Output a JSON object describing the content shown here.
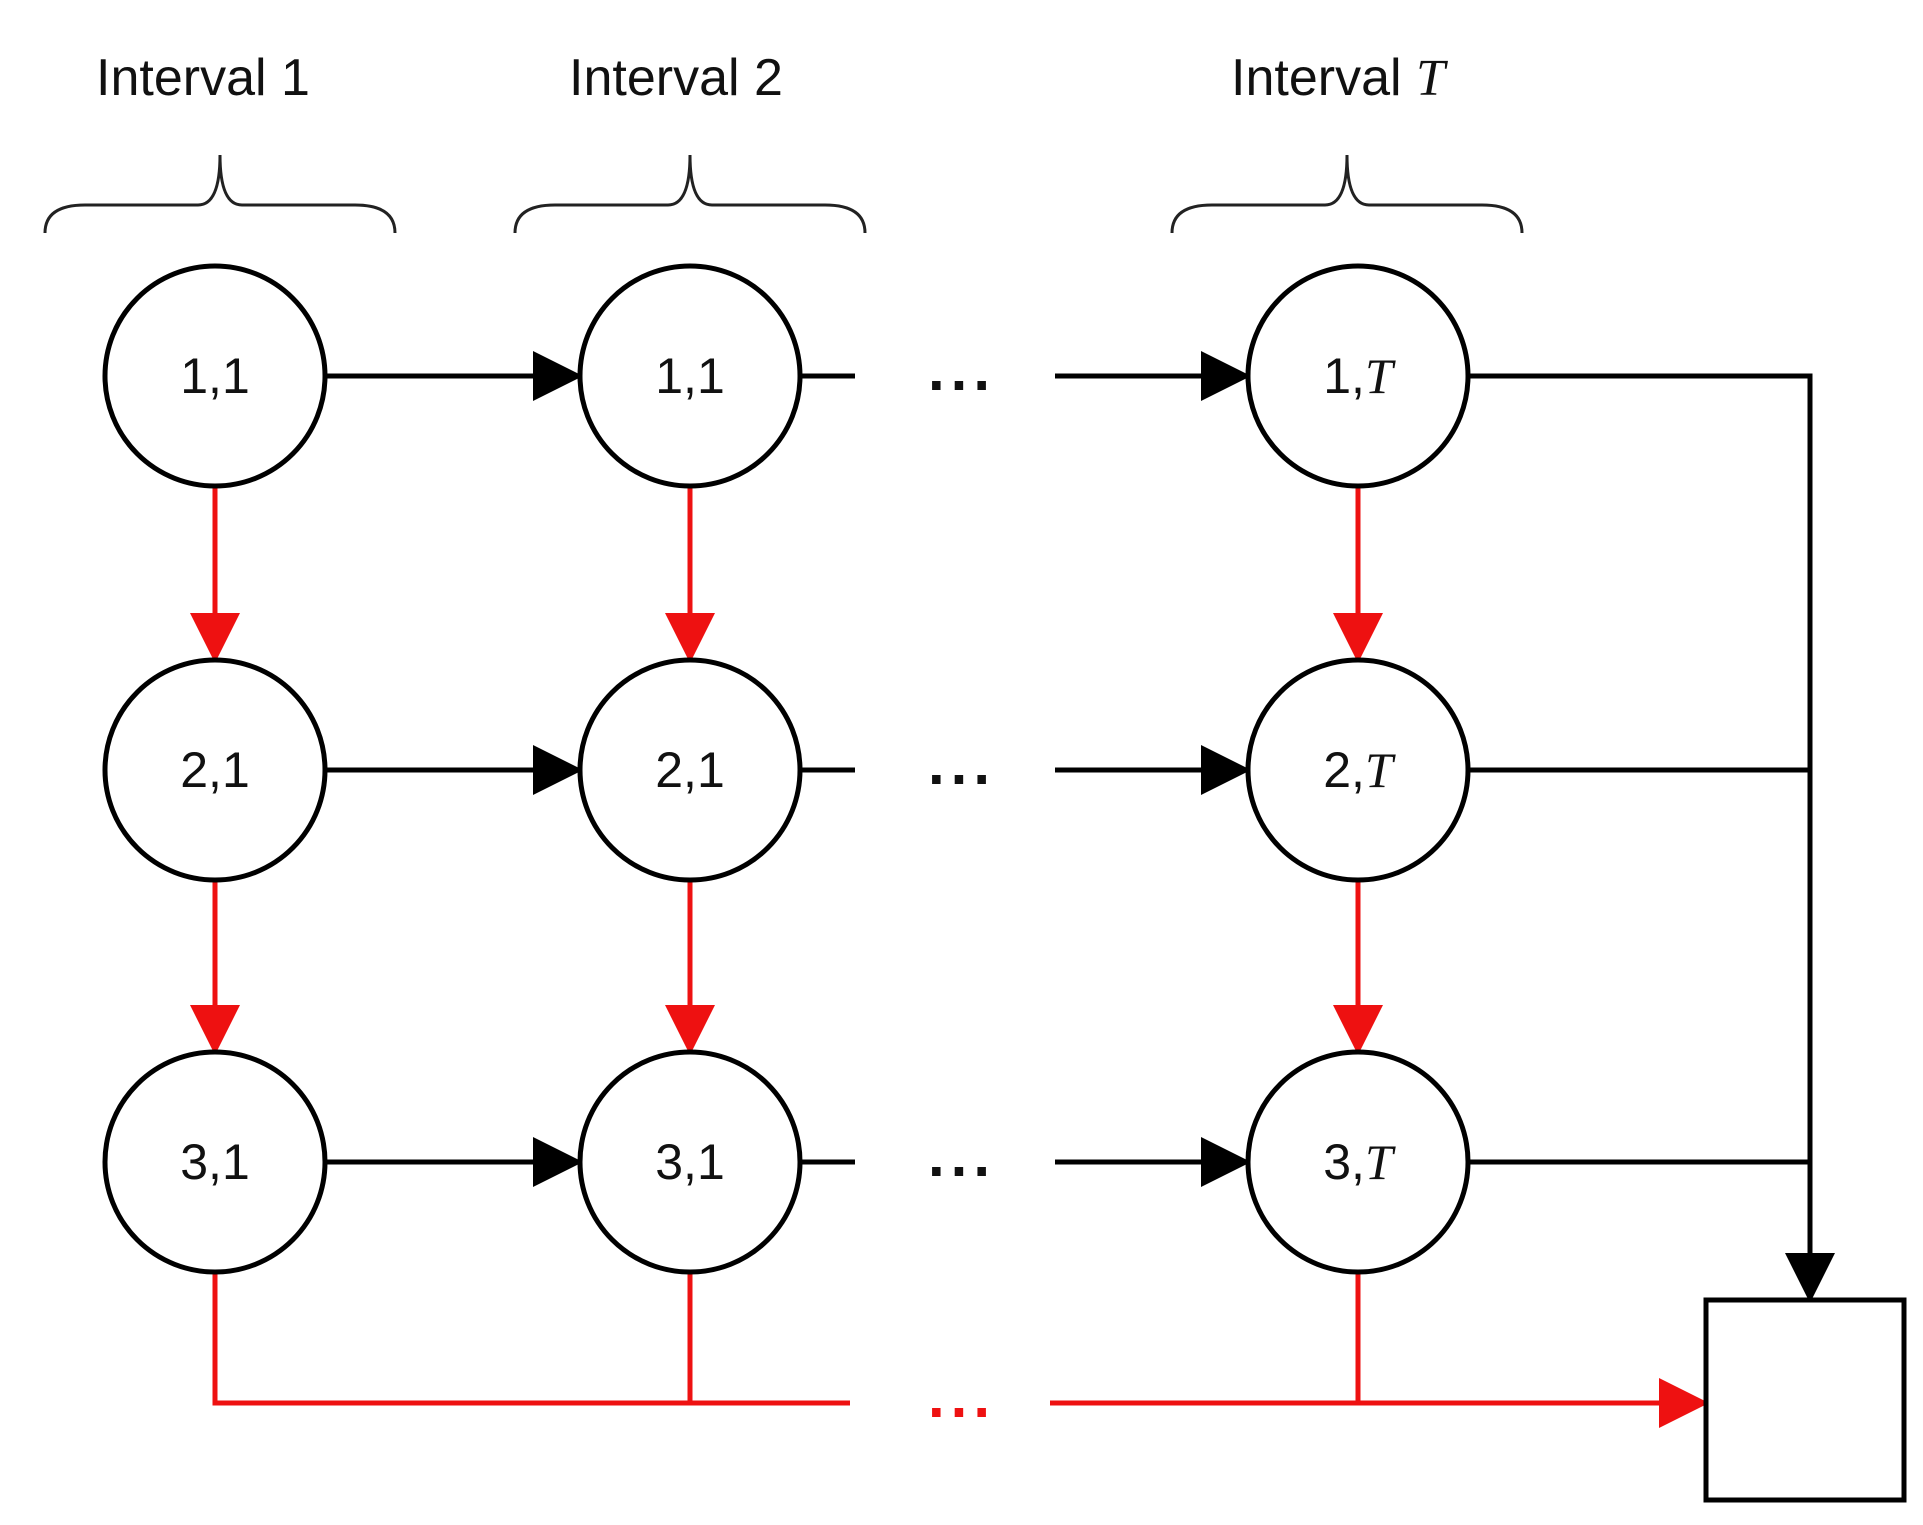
{
  "colors": {
    "black_edges": "#000000",
    "red_edges": "#ee1111",
    "background": "#ffffff"
  },
  "headers": [
    {
      "prefix": "Interval ",
      "index": "1",
      "italic_index": false
    },
    {
      "prefix": "Interval ",
      "index": "2",
      "italic_index": false
    },
    {
      "prefix": "Interval ",
      "index": "T",
      "italic_index": true
    }
  ],
  "nodes": [
    [
      {
        "row": "1",
        "col": "1",
        "italic_col": false
      },
      {
        "row": "1",
        "col": "1",
        "italic_col": false
      },
      {
        "row": "1",
        "col": "T",
        "italic_col": true
      }
    ],
    [
      {
        "row": "2",
        "col": "1",
        "italic_col": false
      },
      {
        "row": "2",
        "col": "1",
        "italic_col": false
      },
      {
        "row": "2",
        "col": "T",
        "italic_col": true
      }
    ],
    [
      {
        "row": "3",
        "col": "1",
        "italic_col": false
      },
      {
        "row": "3",
        "col": "1",
        "italic_col": false
      },
      {
        "row": "3",
        "col": "T",
        "italic_col": true
      }
    ]
  ],
  "ellipsis": "...",
  "output_box_label": ""
}
